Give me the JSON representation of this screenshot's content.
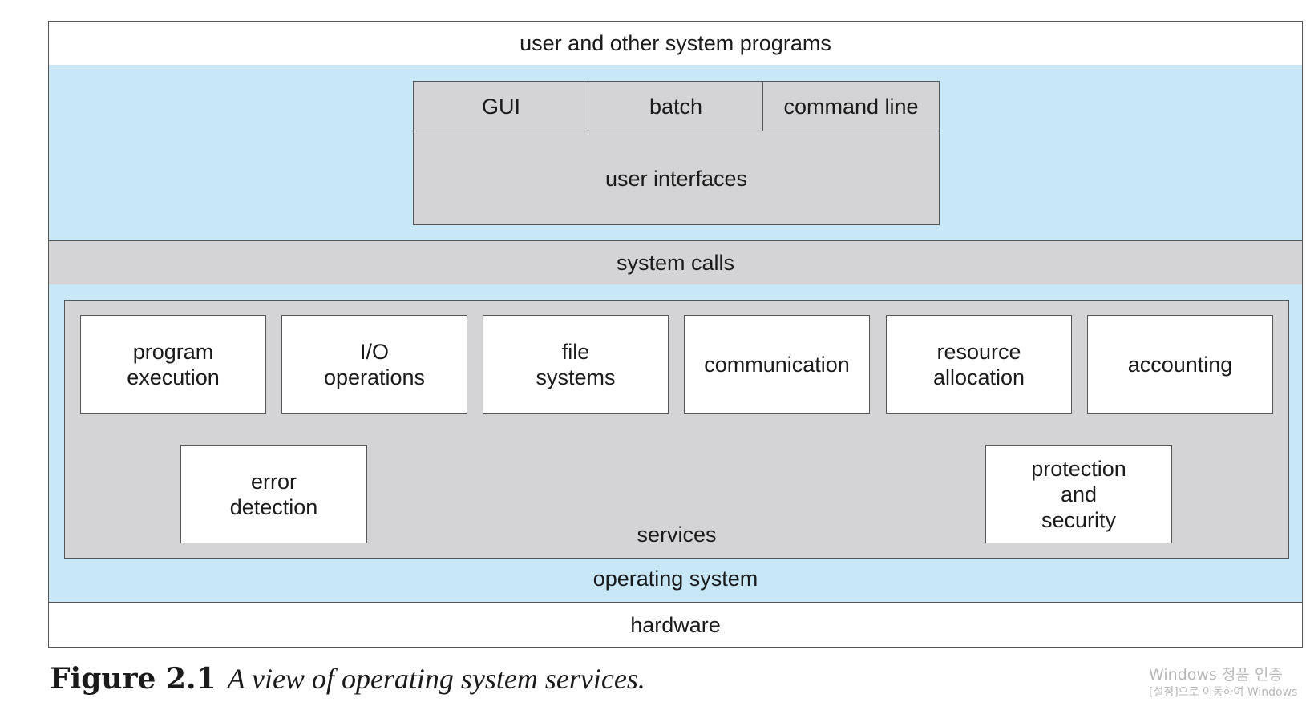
{
  "diagram": {
    "layers": {
      "user_programs": "user and other system programs",
      "user_interfaces": {
        "tabs": [
          "GUI",
          "batch",
          "command line"
        ],
        "label": "user interfaces"
      },
      "system_calls": "system calls",
      "services": {
        "row1": [
          "program\nexecution",
          "I/O\noperations",
          "file\nsystems",
          "communication",
          "resource\nallocation",
          "accounting"
        ],
        "error_detection": "error\ndetection",
        "protection": "protection\nand\nsecurity",
        "label": "services"
      },
      "operating_system": "operating system",
      "hardware": "hardware"
    },
    "colors": {
      "os_band": "#c8e8f8",
      "gray_box": "#d4d4d6",
      "white_box": "#ffffff",
      "border": "#555555"
    }
  },
  "caption": {
    "number": "Figure 2.1",
    "text": "A view of operating system services."
  },
  "watermark": {
    "line1": "Windows 정품 인증",
    "line2": "[설정]으로 이동하여 Windows"
  }
}
